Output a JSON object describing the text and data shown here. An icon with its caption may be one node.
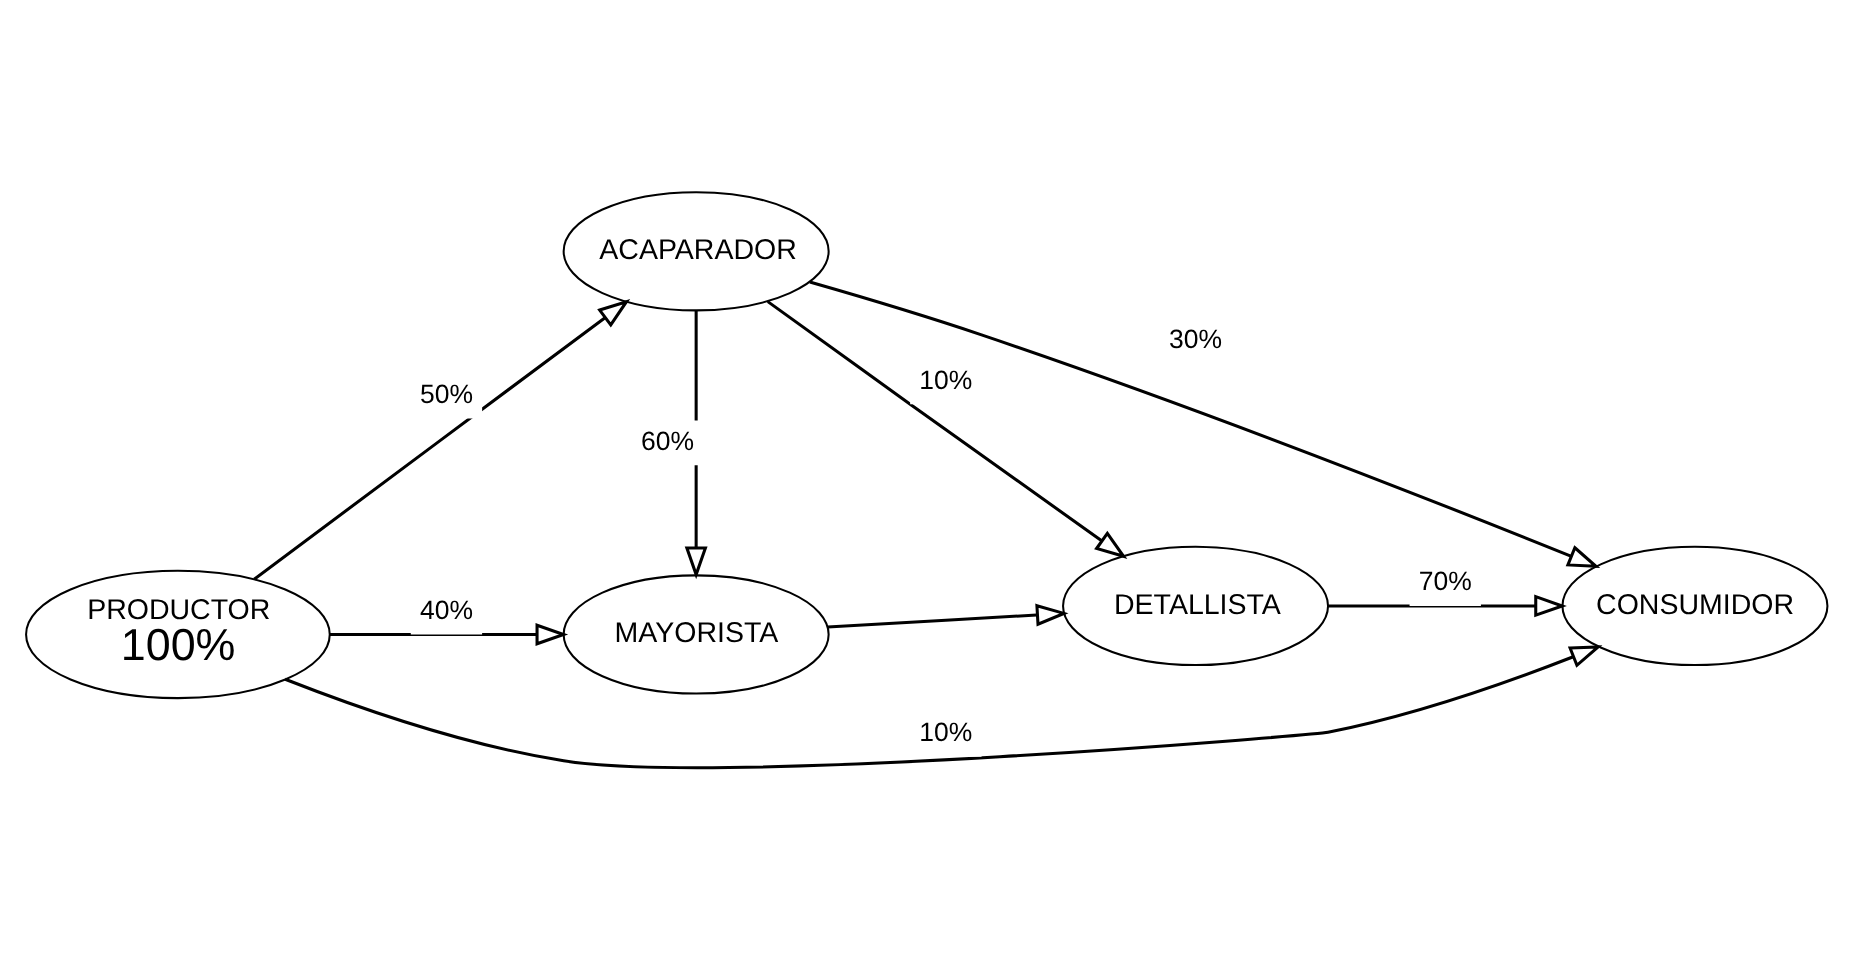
{
  "diagram": {
    "nodes": [
      {
        "text": [
          "MAYORISTA"
        ]
      },
      {
        "text": [
          "DETALLISTA"
        ]
      },
      {
        "text": [
          "PRODUCTOR",
          "100%"
        ]
      },
      {
        "text": [
          "CONSUMIDOR"
        ]
      },
      {
        "text": [
          "ACAPARADOR"
        ]
      }
    ],
    "edges": [
      {
        "from": 0,
        "to": 1,
        "arrow": "to"
      },
      {
        "from": 2,
        "to": 0,
        "arrow": "to",
        "label": "40%"
      },
      {
        "from": 4,
        "to": 0,
        "arrow": "to",
        "label": "60%"
      },
      {
        "from": 4,
        "to": 1,
        "arrow": "to",
        "label": "10%"
      },
      {
        "from": 1,
        "to": 3,
        "arrow": "to",
        "label": "70%"
      },
      {
        "from": 2,
        "to": 3,
        "arrow": "to",
        "label": "10%"
      },
      {
        "from": 2,
        "to": 4,
        "arrow": "to",
        "label": "50%"
      },
      {
        "from": 4,
        "to": 3,
        "arrow": "to",
        "label": "30%"
      }
    ]
  }
}
